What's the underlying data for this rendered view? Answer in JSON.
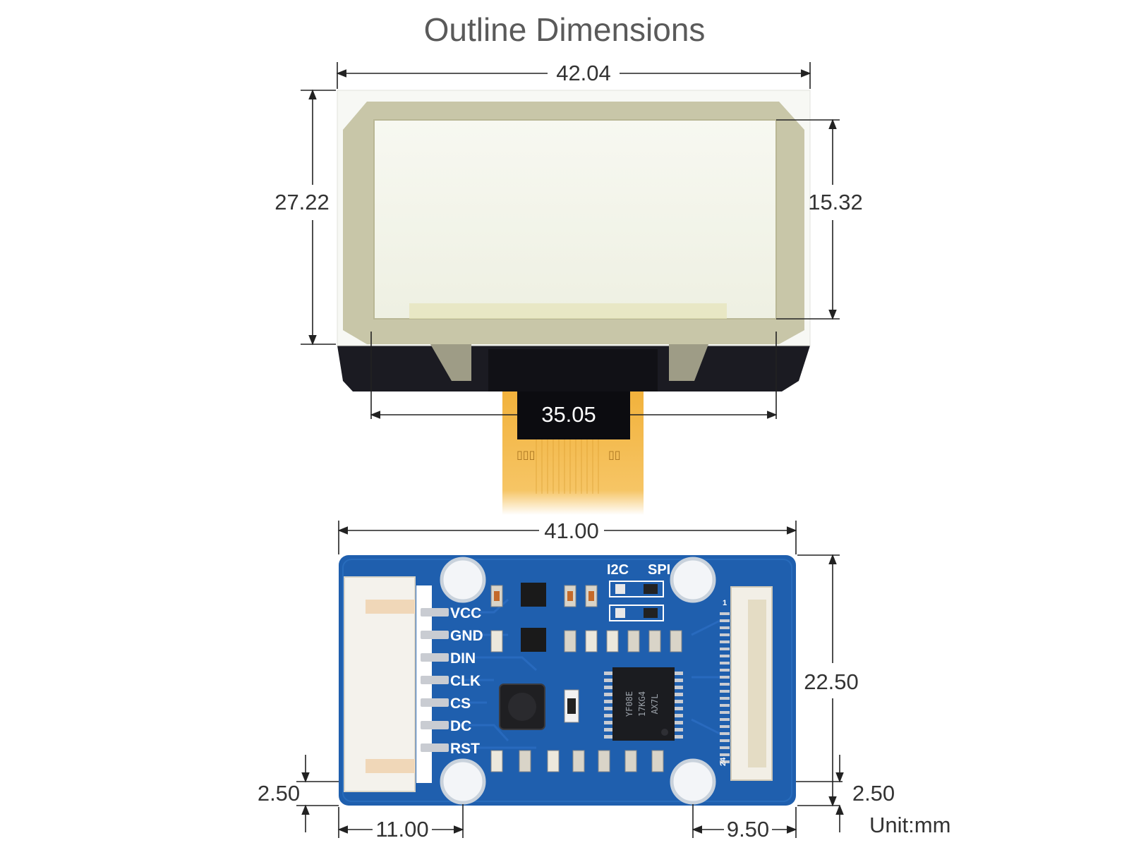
{
  "title": "Outline Dimensions",
  "unit_label": "Unit:mm",
  "oled_dimensions": {
    "width_overall": "42.04",
    "height_overall": "27.22",
    "active_height": "15.32",
    "active_width": "35.05"
  },
  "board_dimensions": {
    "width": "41.00",
    "height": "22.50",
    "hole_offset_left_bottom": "2.50",
    "hole_offset_right_bottom": "2.50",
    "hole_offset_left": "11.00",
    "hole_offset_right": "9.50"
  },
  "board": {
    "pins": [
      "VCC",
      "GND",
      "DIN",
      "CLK",
      "CS",
      "DC",
      "RST"
    ],
    "interface_select": [
      "I2C",
      "SPI"
    ],
    "chip_marking": [
      "YF08E",
      "17KG4",
      "AX7L"
    ],
    "fpc_pin_first": "1",
    "fpc_pin_last": "24"
  },
  "colors": {
    "pcb_blue": "#1f5fae",
    "pcb_blue_dark": "#17498a",
    "flex_cable": "#f2b23c",
    "panel_glass": "#f4f6ec",
    "panel_frame": "#c8c6a8",
    "panel_base": "#1b1b22"
  }
}
